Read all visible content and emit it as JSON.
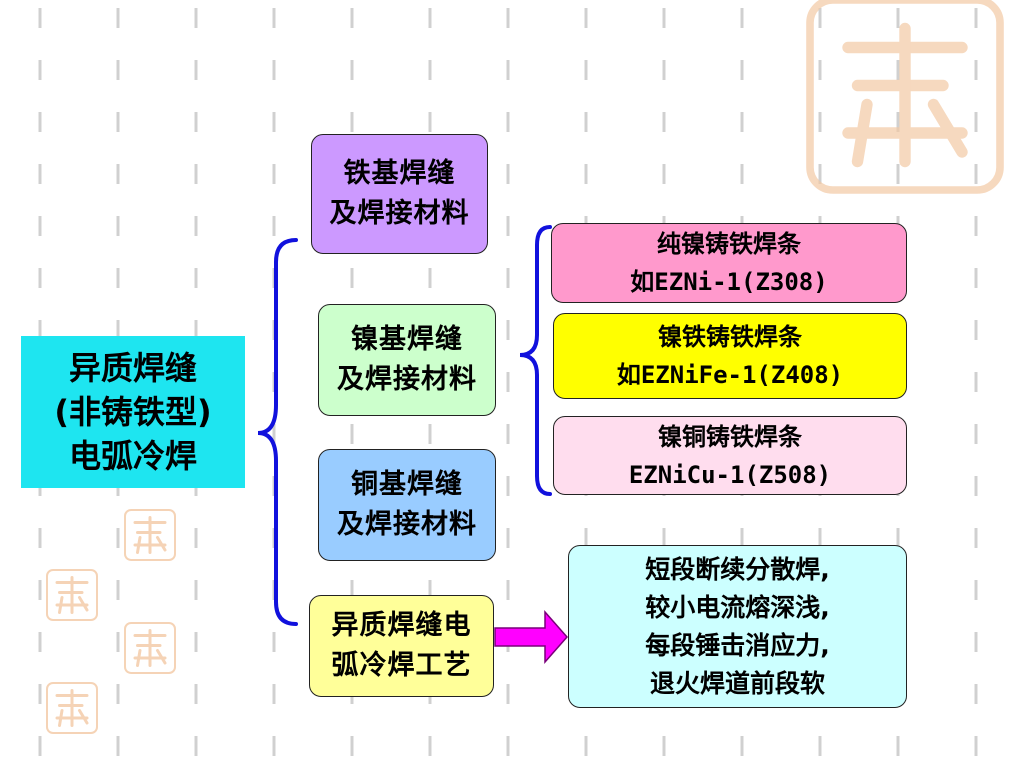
{
  "main": {
    "lines": [
      "异质焊缝",
      "(非铸铁型)",
      "电弧冷焊"
    ]
  },
  "branches": [
    {
      "lines": [
        "铁基焊缝",
        "及焊接材料"
      ],
      "color": "#cc99ff"
    },
    {
      "lines": [
        "镍基焊缝",
        "及焊接材料"
      ],
      "color": "#ccffcc"
    },
    {
      "lines": [
        "铜基焊缝",
        "及焊接材料"
      ],
      "color": "#99ccff"
    },
    {
      "lines": [
        "异质焊缝电",
        "弧冷焊工艺"
      ],
      "color": "#ffff99"
    }
  ],
  "nickel_items": [
    {
      "lines": [
        "纯镍铸铁焊条",
        "如EZNi-1(Z308)"
      ],
      "color": "#ff99cc"
    },
    {
      "lines": [
        "镍铁铸铁焊条",
        "如EZNiFe-1(Z408)"
      ],
      "color": "#ffff00"
    },
    {
      "lines": [
        "镍铜铸铁焊条",
        "EZNiCu-1(Z508)"
      ],
      "color": "#ffddee"
    }
  ],
  "process_notes": {
    "lines": [
      "短段断续分散焊,",
      "较小电流熔深浅,",
      "每段锤击消应力,",
      "退火焊道前段软"
    ],
    "color": "#ccffff"
  },
  "colors": {
    "brace": "#1111dd",
    "arrow": "#ff00ff",
    "background_dashes": "#d0d0d0",
    "watermark": "#f3c9a4"
  }
}
